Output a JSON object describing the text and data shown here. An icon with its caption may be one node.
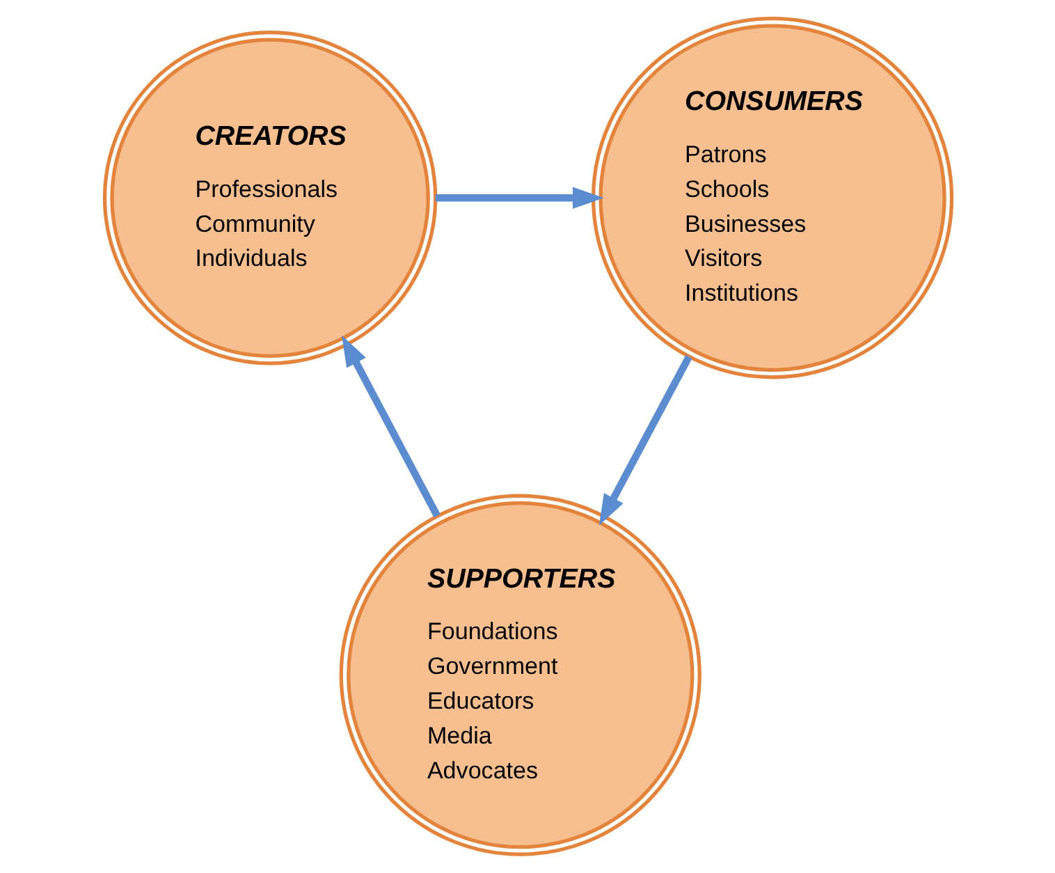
{
  "diagram": {
    "nodes": [
      {
        "text": [
          "CREATORS",
          "Professionals",
          "Community",
          "Individuals"
        ]
      },
      {
        "text": [
          "CONSUMERS",
          "Patrons",
          "Schools",
          "Businesses",
          "Visitors",
          "Institutions"
        ]
      },
      {
        "text": [
          "SUPPORTERS",
          "Foundations",
          "Government",
          "Educators",
          "Media",
          "Advocates"
        ]
      }
    ],
    "edges": [
      {
        "from": 0,
        "to": 1,
        "arrow": "to"
      },
      {
        "from": 1,
        "to": 2,
        "arrow": "to"
      },
      {
        "from": 2,
        "to": 0,
        "arrow": "to"
      }
    ]
  }
}
